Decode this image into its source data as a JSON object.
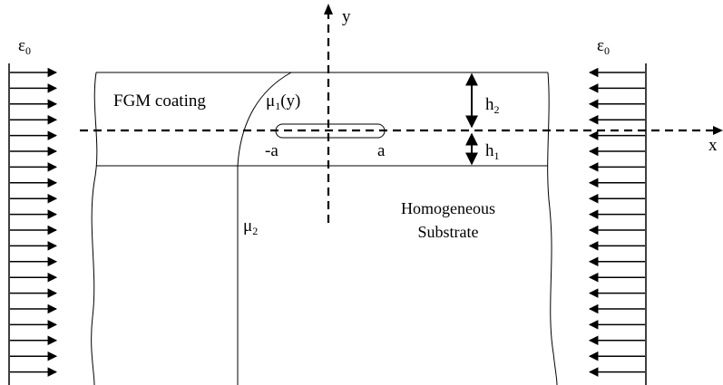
{
  "labels": {
    "epsilon_left": {
      "main": "ε",
      "sub": "0"
    },
    "epsilon_right": {
      "main": "ε",
      "sub": "0"
    },
    "coating": "FGM coating",
    "mu1": {
      "main": "μ",
      "sub": "1",
      "suffix": "(y)"
    },
    "mu2": {
      "main": "μ",
      "sub": "2"
    },
    "h2": {
      "main": "h",
      "sub": "2"
    },
    "h1": {
      "main": "h",
      "sub": "1"
    },
    "minus_a": "-a",
    "a": "a",
    "y_axis": "y",
    "x_axis": "x",
    "substrate_line1": "Homogeneous",
    "substrate_line2": "Substrate"
  },
  "load_arrows": {
    "count_left": 20,
    "count_right": 20,
    "direction_left": "right",
    "direction_right": "left"
  }
}
